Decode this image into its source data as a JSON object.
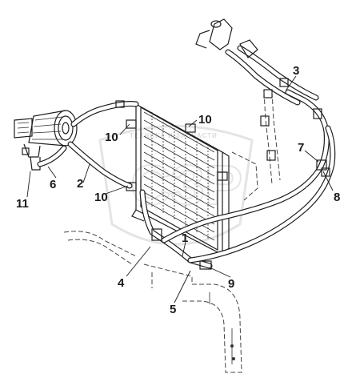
{
  "watermark": {
    "text": "ТЕХНИКА И ЗАПЧАСТИ",
    "logo_letters": "СЗР"
  },
  "callouts": [
    {
      "id": "1",
      "label": "1"
    },
    {
      "id": "2",
      "label": "2"
    },
    {
      "id": "3",
      "label": "3"
    },
    {
      "id": "4",
      "label": "4"
    },
    {
      "id": "5",
      "label": "5"
    },
    {
      "id": "6",
      "label": "6"
    },
    {
      "id": "7",
      "label": "7"
    },
    {
      "id": "8",
      "label": "8"
    },
    {
      "id": "9",
      "label": "9"
    },
    {
      "id": "10a",
      "label": "10"
    },
    {
      "id": "10b",
      "label": "10"
    },
    {
      "id": "10c",
      "label": "10"
    },
    {
      "id": "11",
      "label": "11"
    }
  ],
  "colors": {
    "line": "#1e1e1e",
    "background": "#ffffff",
    "watermark": "#bdbdbd"
  }
}
